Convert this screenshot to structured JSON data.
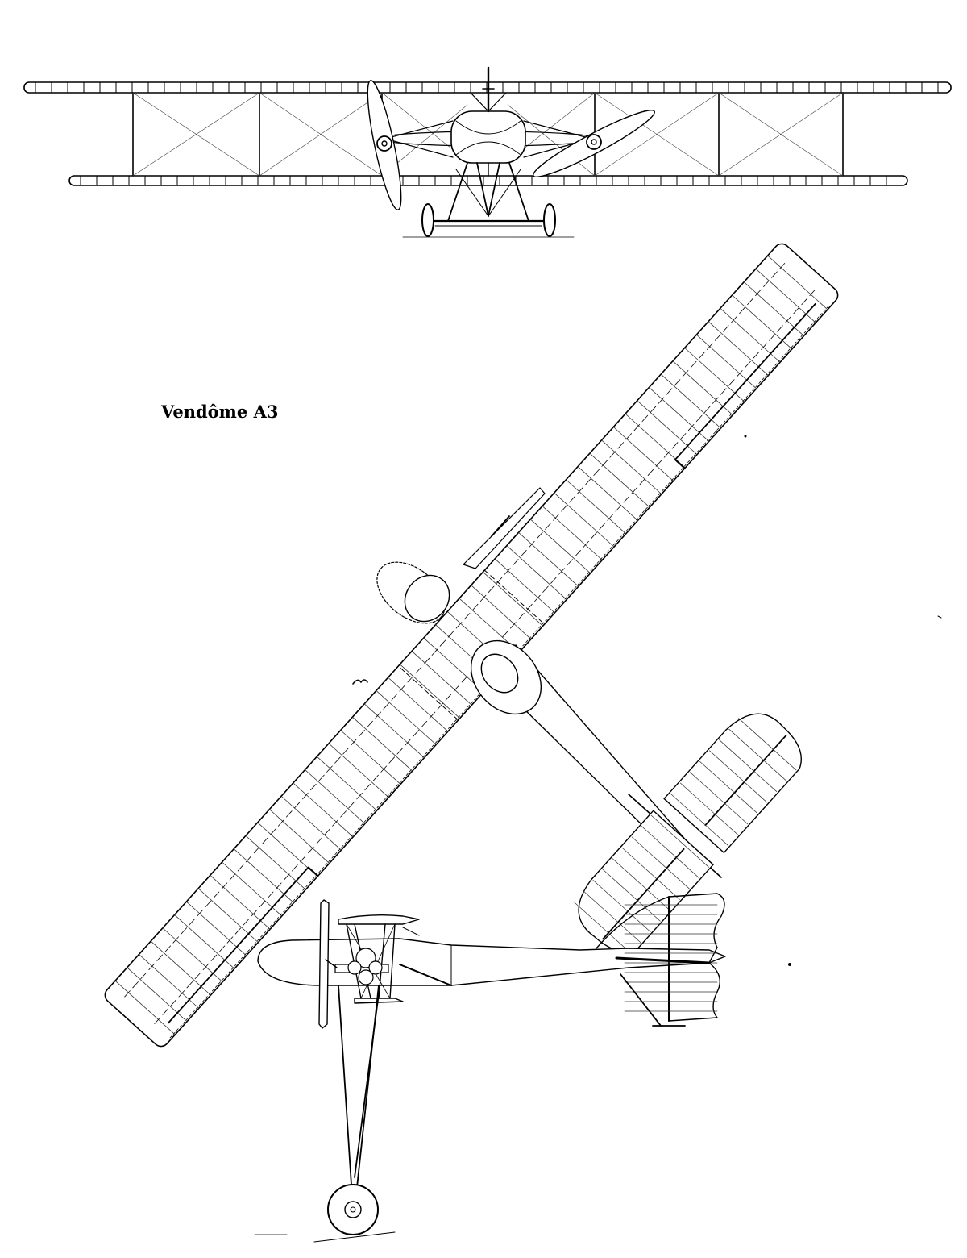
{
  "drawing": {
    "title": "Vendôme A3",
    "views": [
      "front",
      "top",
      "side"
    ]
  }
}
